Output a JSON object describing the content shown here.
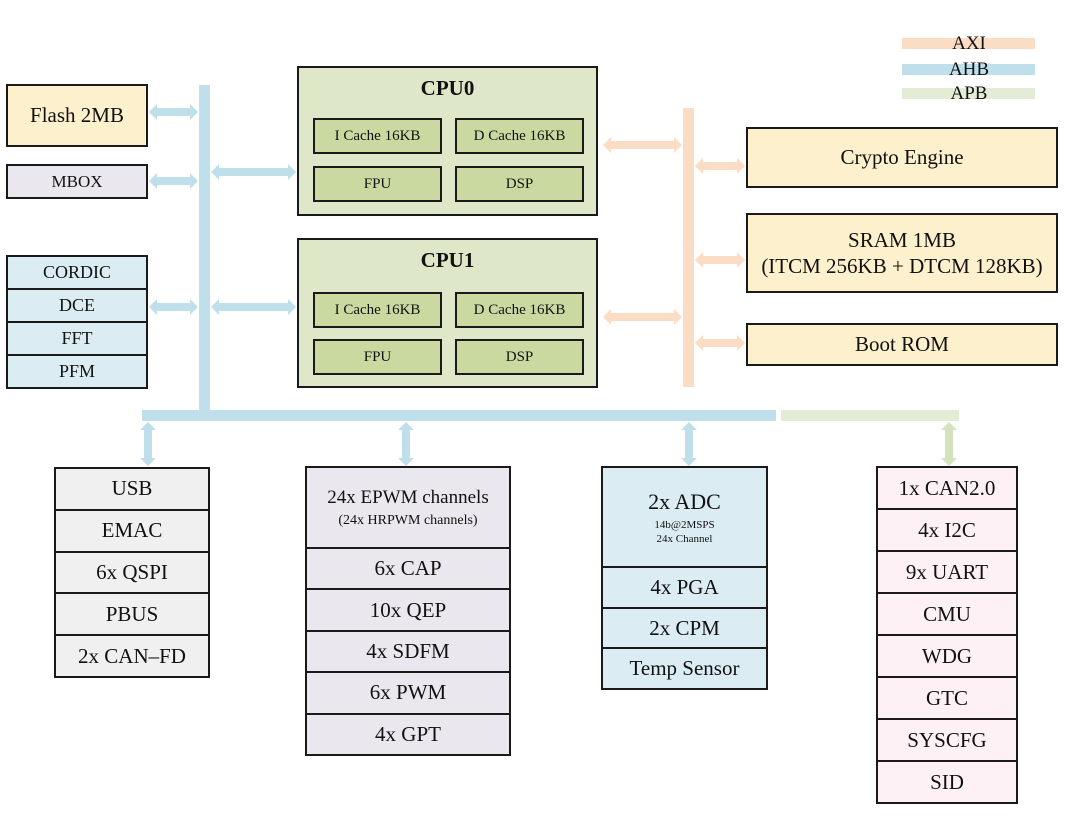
{
  "legend": [
    {
      "label": "AXI",
      "color": "#fbdcc4"
    },
    {
      "label": "AHB",
      "color": "#bfe0eb"
    },
    {
      "label": "APB",
      "color": "#e3ecd4"
    }
  ],
  "left_blocks": {
    "flash": "Flash 2MB",
    "mbox": "MBOX",
    "accelerators": [
      "CORDIC",
      "DCE",
      "FFT",
      "PFM"
    ]
  },
  "cpus": [
    {
      "title": "CPU0",
      "icache": "I Cache 16KB",
      "dcache": "D Cache 16KB",
      "fpu": "FPU",
      "dsp": "DSP"
    },
    {
      "title": "CPU1",
      "icache": "I Cache 16KB",
      "dcache": "D Cache 16KB",
      "fpu": "FPU",
      "dsp": "DSP"
    }
  ],
  "memory": {
    "crypto": "Crypto Engine",
    "sram_line1": "SRAM 1MB",
    "sram_line2": "(ITCM 256KB + DTCM 128KB)",
    "boot_rom": "Boot ROM"
  },
  "peripherals": {
    "comm": [
      "USB",
      "EMAC",
      "6x QSPI",
      "PBUS",
      "2x CAN–FD"
    ],
    "control": {
      "epwm": "24x EPWM channels",
      "hrpwm": "(24x HRPWM channels)",
      "items": [
        "6x CAP",
        "10x QEP",
        "4x SDFM",
        "6x PWM",
        "4x GPT"
      ]
    },
    "analog": {
      "adc": "2x ADC",
      "adc_spec1": "14b@2MSPS",
      "adc_spec2": "24x Channel",
      "items": [
        "4x PGA",
        "2x CPM",
        "Temp Sensor"
      ]
    },
    "apb": [
      "1x CAN2.0",
      "4x I2C",
      "9x UART",
      "CMU",
      "WDG",
      "GTC",
      "SYSCFG",
      "SID"
    ]
  }
}
